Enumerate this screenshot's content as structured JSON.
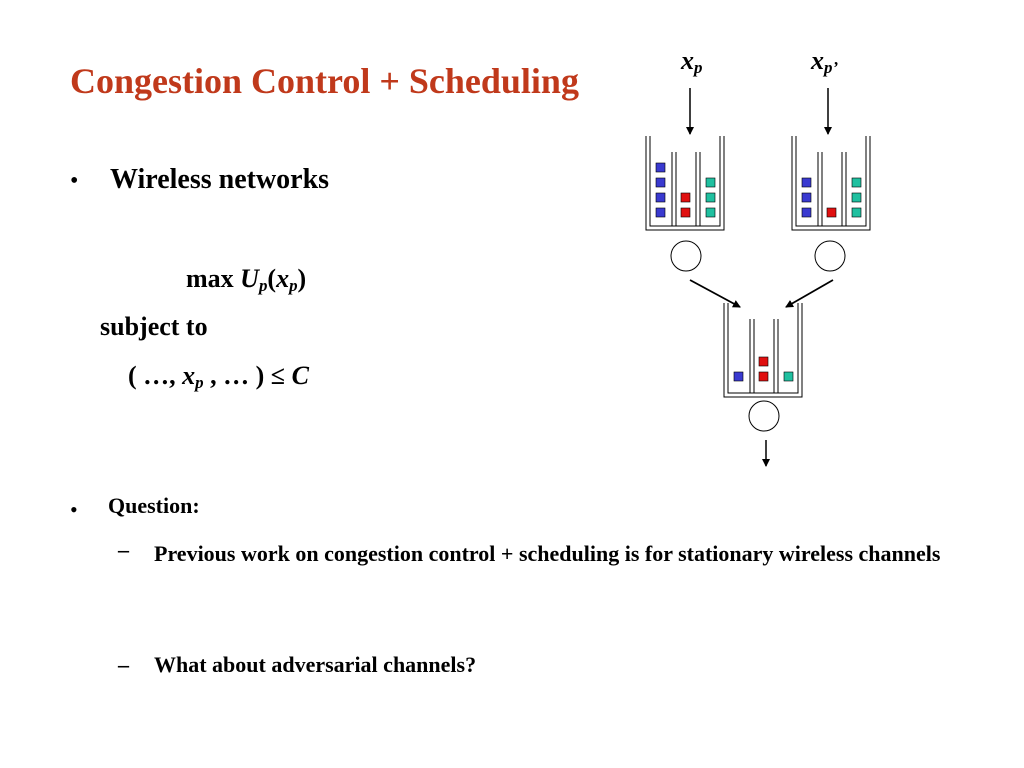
{
  "title": "Congestion Control + Scheduling",
  "bullet1": "Wireless networks",
  "formula": {
    "max_word": "max",
    "U": "U",
    "U_sub": "p",
    "open_paren": "(",
    "x": "x",
    "x_sub": "p",
    "close_paren": ")",
    "subject_to": "subject to",
    "constraint_start": "( …, ",
    "constraint_x": "x",
    "constraint_x_sub": "p",
    "constraint_end": " , … ) ",
    "leq": "≤",
    "C": "C"
  },
  "bullet2": "Question:",
  "sub_bullets": [
    "Previous work on congestion control + scheduling is for stationary wireless channels",
    "What about adversarial channels?"
  ],
  "diagram": {
    "label_left": "x",
    "label_left_sub": "p",
    "label_right": "x",
    "label_right_sub": "p’",
    "colors": {
      "blue": "#3a3ad0",
      "red": "#e01010",
      "green": "#20c0a0"
    }
  }
}
